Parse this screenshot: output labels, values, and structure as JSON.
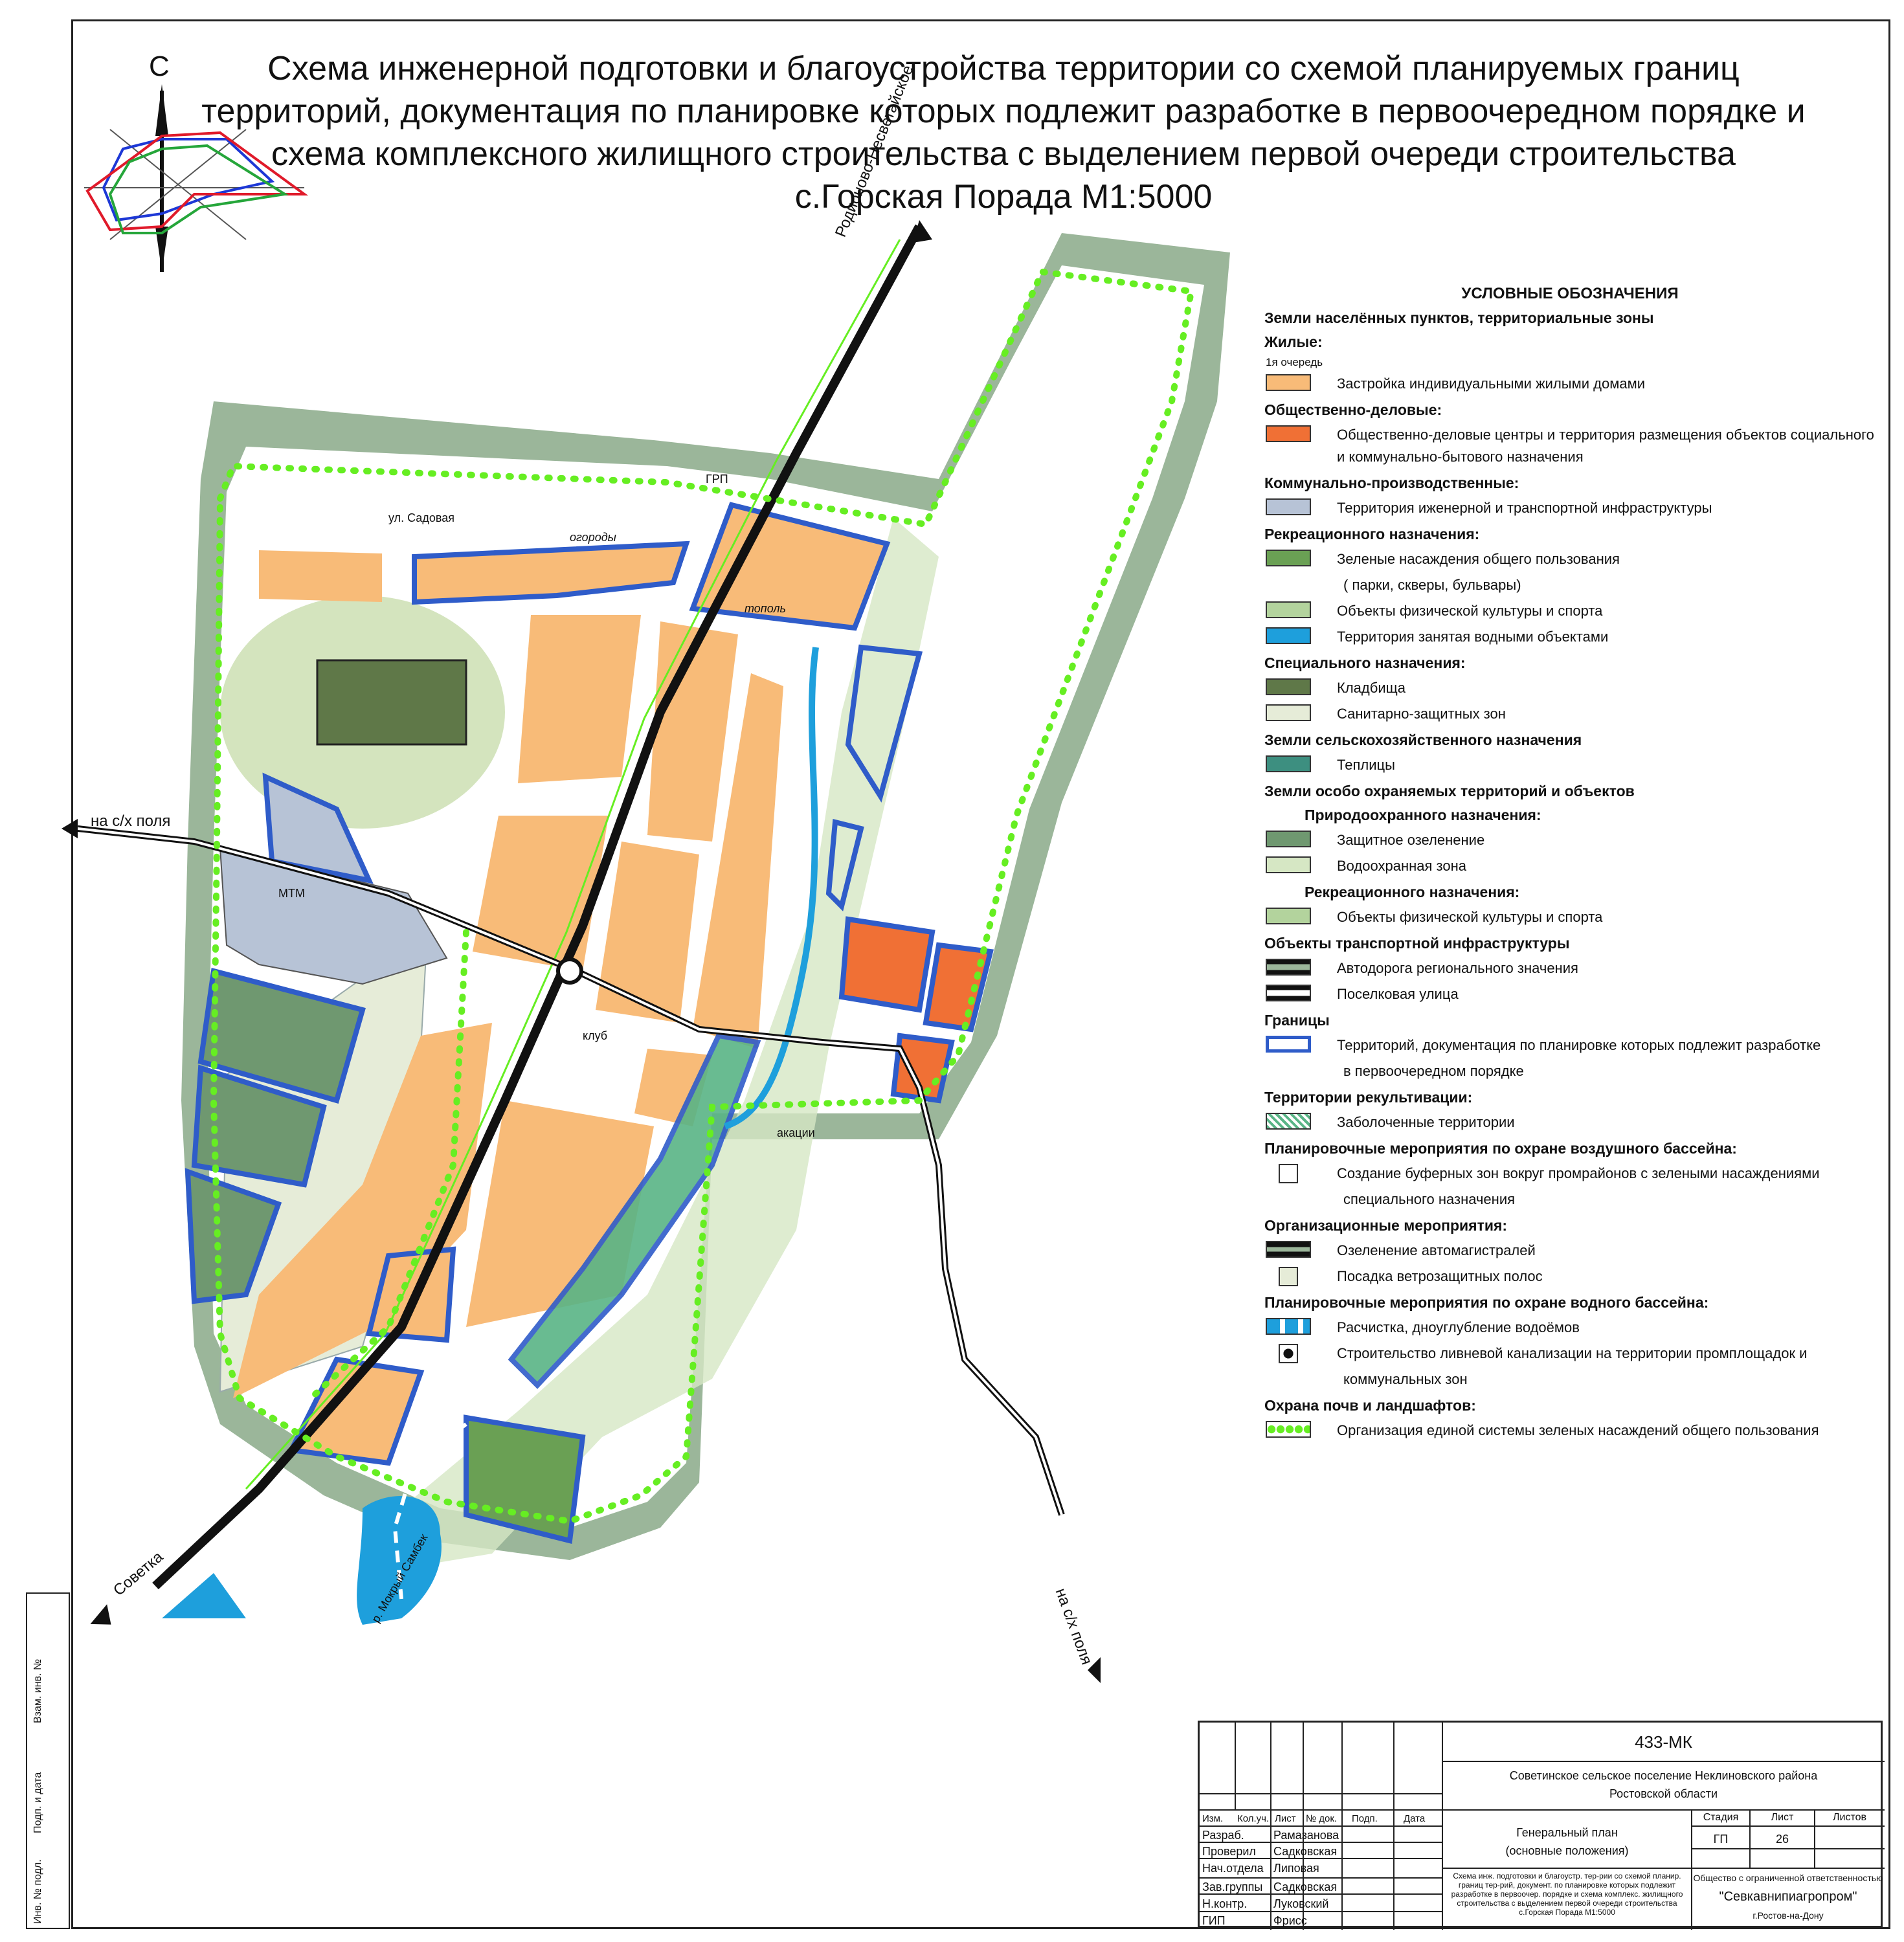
{
  "title": "Схема инженерной подготовки и благоустройства территории со схемой планируемых границ территорий, документация по планировке которых подлежит разработке в первоочередном порядке и схема комплексного жилищного строительства с выделением первой очереди строительства с.Горская Порада  М1:5000",
  "north_label": "С",
  "map_labels": {
    "road_north": "Родионово-Несветайское",
    "road_west": "на с/х поля",
    "road_southeast": "на с/х поля",
    "road_southwest": "Советка",
    "street_sadovaya": "ул. Садовая",
    "label_ogorody": "огороды",
    "label_klub": "клуб",
    "label_mtm": "МТМ",
    "label_topol": "тополь",
    "label_grp": "ГРП",
    "label_akacii": "акации",
    "river": "р. Мокрый Самбек"
  },
  "legend": {
    "heading": "УСЛОВНЫЕ ОБОЗНАЧЕНИЯ",
    "sec1": "Земли населённых пунктов, территориальные зоны",
    "sec_zhilye": "Жилые:",
    "sub_ochered": "1я очередь",
    "item_izh": "Застройка индивидуальными жилыми домами",
    "sec_obsh": "Общественно-деловые:",
    "item_obsh": "Общественно-деловые центры и территория размещения объектов социального и коммунально-бытового назначения",
    "sec_komm": "Коммунально-производственные:",
    "item_komm": "Территория иженерной и транспортной инфраструктуры",
    "sec_rekr": "Рекреационного назначения:",
    "item_zel": "Зеленые насаждения общего пользования",
    "item_zel2": "( парки, скверы, бульвары)",
    "item_sport": "Объекты физической культуры и спорта",
    "item_voda": "Территория занятая водными объектами",
    "sec_spec": "Специального назначения:",
    "item_kladb": "Кладбища",
    "item_szz": "Санитарно-защитных зон",
    "sec_selh": "Земли сельскохозяйственного  назначения",
    "item_tepl": "Теплицы",
    "sec_oopt": "Земли особо охраняемых территорий и объектов",
    "sec_prir": "Природоохранного назначения:",
    "item_zash": "Защитное озеленение",
    "item_vodoohr": "Водоохранная зона",
    "sec_rekr2": "Рекреационного назначения:",
    "item_sport2": "Объекты физической культуры и спорта",
    "sec_transp": "Объекты транспортной инфраструктуры",
    "item_avto": "Автодорога регионального значения",
    "item_posel": "Поселковая улица",
    "sec_gran": "Границы",
    "item_gran": "Территорий, документация по планировке которых подлежит разработке",
    "item_gran2": "в первоочередном порядке",
    "sec_rekult": "Территории рекультивации:",
    "item_zabol": "Заболоченные территории",
    "sec_vozd": "Планировочные мероприятия по охране воздушного бассейна:",
    "item_bufer": "Создание буферных зон вокруг промрайонов с зелеными насаждениями",
    "item_bufer2": "специального назначения",
    "sec_org": "Организационные мероприятия:",
    "item_ozel": "Озеленение автомагистралей",
    "item_vetro": "Посадка ветрозащитных полос",
    "sec_vodn": "Планировочные мероприятия по охране водного бассейна:",
    "item_raschistka": "Расчистка, дноуглубление водоёмов",
    "item_livn": "Строительство ливневой канализации на территории промплощадок и",
    "item_livn2": "коммунальных зон",
    "sec_pochv": "Охрана почв и ландшафтов:",
    "item_edin": "Организация единой системы зеленых насаждений общего пользования"
  },
  "colors": {
    "residential": "#f8bb78",
    "public": "#f07035",
    "infrastructure": "#b7c3d6",
    "green_public": "#6aa054",
    "sport": "#b3d39d",
    "water": "#1e9fdc",
    "cemetery": "#5f7848",
    "sanitary": "#e6ecd8",
    "greenhouse": "#3d8f80",
    "protective": "#6f9870",
    "water_protection": "#d6e7c4",
    "boundary": "#2f5cc9",
    "marsh": "#59b486",
    "green_dots": "#66ee22",
    "buffer_strip": "#9bb69a"
  },
  "stamp": {
    "code": "433-МК",
    "org_line1": "Советинское сельское поселение Неклиновского района",
    "org_line2": "Ростовской области",
    "h_izm": "Изм.",
    "h_kol": "Кол.уч.",
    "h_list": "Лист",
    "h_dok": "№ док.",
    "h_podp": "Подп.",
    "h_data": "Дата",
    "r1_role": "Разраб.",
    "r1_name": "Рамазанова",
    "r2_role": "Проверил",
    "r2_name": "Садковская",
    "r3_role": "Нач.отдела",
    "r3_name": "Липовая",
    "r4_role": "Зав.группы",
    "r4_name": "Садковская",
    "r5_role": "Н.контр.",
    "r5_name": "Луковский",
    "r6_role": "ГИП",
    "r6_name": "Фрисс",
    "doc_line1": "Генеральный план",
    "doc_line2": "(основные положения)",
    "h_stadiya": "Стадия",
    "h_list2": "Лист",
    "h_listov": "Листов",
    "stadiya": "ГП",
    "list": "26",
    "sheet_desc": "Схема инж. подготовки и благоустр. тер-рии со схемой планир. границ тер-рий, документ. по планировке которых подлежит разработке в первоочер. порядке и схема комплекс. жилищного строительства с выделением первой очереди строительства с.Горская Порада  М1:5000",
    "company1": "Общество с ограниченной ответственностью",
    "company2": "\"Севкавнипиагропром\"",
    "company3": "г.Ростов-на-Дону"
  },
  "side": {
    "v1": "Взам. инв. №",
    "v2": "Подп. и дата",
    "v3": "Инв. № подл."
  }
}
